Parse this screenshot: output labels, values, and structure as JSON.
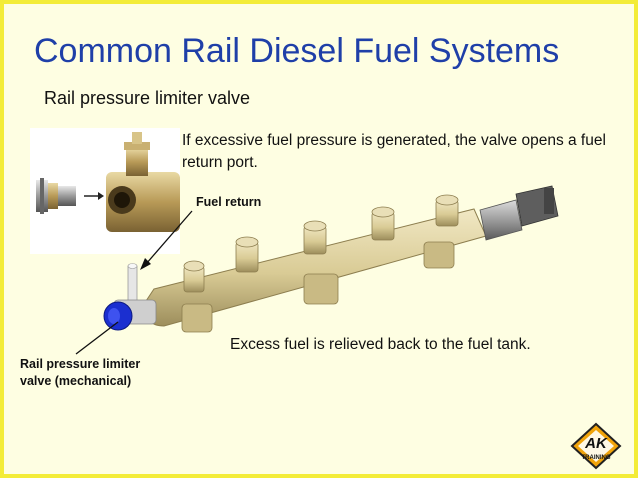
{
  "slide": {
    "title": "Common Rail Diesel Fuel Systems",
    "subtitle": "Rail pressure limiter valve",
    "description": "If excessive fuel pressure is generated, the valve opens a fuel return port.",
    "fuel_return_label": "Fuel return",
    "limiter_label_line1": "Rail pressure limiter",
    "limiter_label_line2": "valve (mechanical)",
    "excess_text": "Excess fuel is relieved back to the fuel tank.",
    "logo": {
      "main": "AK",
      "sub": "TRAINING"
    }
  },
  "colors": {
    "title": "#1f3fa8",
    "background": "#fefee2",
    "border": "#f3ec38",
    "rail": "#dccf9b",
    "valve": "#1b2fd0",
    "logo_accent": "#f0a30a"
  }
}
